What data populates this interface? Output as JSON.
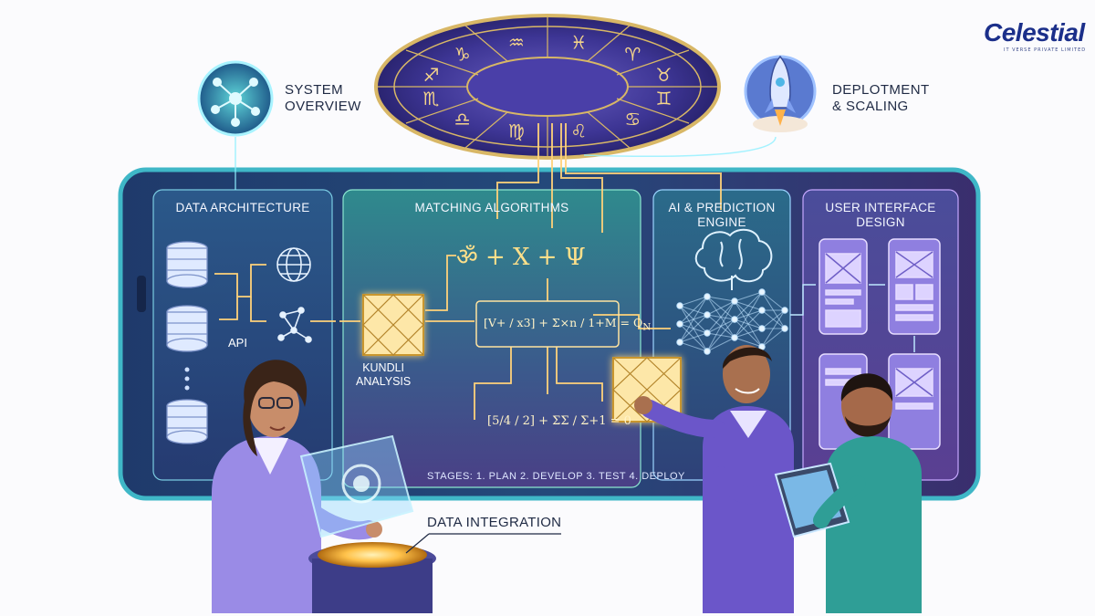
{
  "brand": {
    "name": "Celestial",
    "tagline": "IT VERSE PRIVATE LIMITED"
  },
  "labels": {
    "system_overview_line1": "SYSTEM",
    "system_overview_line2": "OVERVIEW",
    "deployment_line1": "DEPLOTMENT",
    "deployment_line2": "& SCALING",
    "data_integration": "DATA INTEGRATION"
  },
  "panels": {
    "data_architecture": "DATA ARCHITECTURE",
    "matching_algorithms": "MATCHING ALGORITHMS",
    "ai_line1": "AI & PREDICTION",
    "ai_line2": "ENGINE",
    "ui_line1": "USER INTERFACE",
    "ui_line2": "DESIGN"
  },
  "flow": {
    "api": "API",
    "kundli_line1": "KUNDLI",
    "kundli_line2": "ANALYSIS",
    "stages": "STAGES: 1. PLAN  2. DEVELOP  3. TEST  4. DEPLOY"
  },
  "formulas": {
    "symbols": "ॐ + X + Ψ",
    "eq1": "[V+ / x3] + Σ×n / 1+M = Q",
    "eq1_sub": "N",
    "eq2": "[5/4 / 2] + ΣΣ / Σ+1 = 0"
  },
  "zodiac": [
    "♓",
    "♈",
    "♉",
    "♊",
    "♋",
    "♌",
    "♍",
    "♎",
    "♏",
    "♐",
    "♑",
    "♒"
  ],
  "colors": {
    "frame": "#3fb7c7",
    "panel_bg": "#2a3e78",
    "panel_mid": "#2f7c8a",
    "accent_gold": "#ffd27a",
    "text_dark": "#1f2a44",
    "brand_blue": "#1b2f8a"
  }
}
